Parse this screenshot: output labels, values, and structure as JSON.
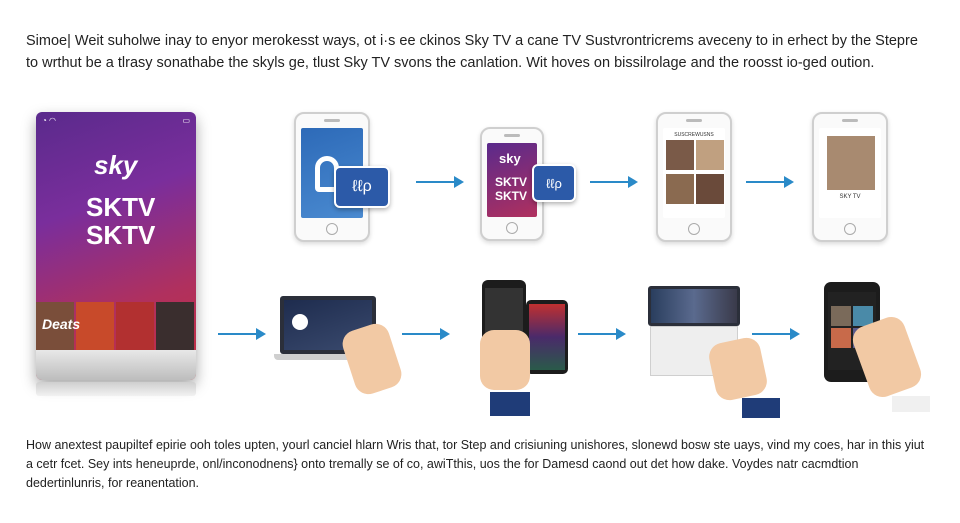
{
  "intro_text": "Simoe| Weit suholwe inay to enyor merokesst ways, ot i·s ee ckinos Sky TV a cane TV Sustvrontricrems aveceny to in erhect by the Stepre to wrthut be a tlrasy sonathabe the skyls ge, tlust Sky TV svons the canlation. Wit hoves on bissilrolage and the roosst io-ged oution.",
  "outro_text": "How anextest paupiltef epirie ooh toles upten, yourl canciel hlarn Wris that, tor Step and crisiuning unishores, slonewd bosw ste uays, vind my coes, har in this yiut a cetr fcet. Sey ints heneuprde, onl/inconodnens} onto tremally se of co, awiTthis, uos the for Damesd caond out det how dake. Voydes natr cacmdtion dedertinlunris, for reanentation.",
  "big_phone": {
    "logo": "sky",
    "line1": "SKTV",
    "line2": "SKTV",
    "thumb_label": "Deats"
  },
  "top_row": [
    {
      "badge": "ℓℓρ",
      "screen_text": ""
    },
    {
      "badge": "ℓℓρ",
      "screen_logo": "sky",
      "screen_l1": "SKTV",
      "screen_l2": "SKTV"
    },
    {
      "screen_title": "SUSCREWUSNS"
    },
    {
      "screen_caption": "SKY TV"
    }
  ],
  "colors": {
    "accent": "#2a8ac8",
    "badge": "#2c5aa8",
    "sky_gradient_start": "#5a2a8c",
    "sky_gradient_end": "#c42e3e"
  }
}
